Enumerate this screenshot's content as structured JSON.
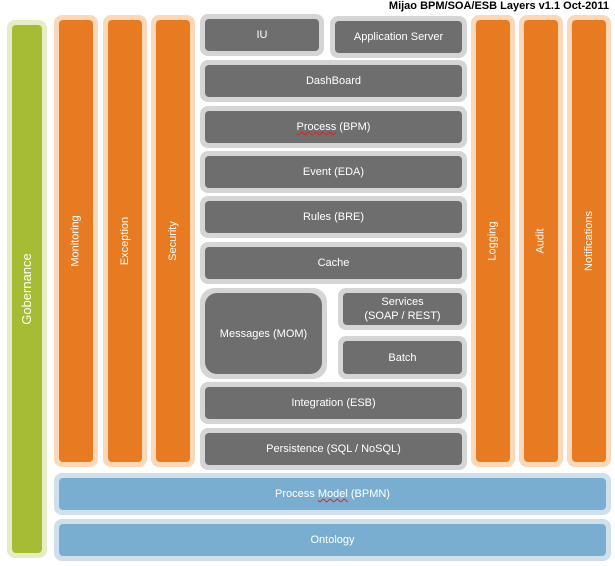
{
  "title": "Mijao  BPM/SOA/ESB Layers v1.1 Oct-2011",
  "left_column": {
    "label": "Gobernance"
  },
  "left_verticals": [
    "Monitoring",
    "Exception",
    "Security"
  ],
  "right_verticals": [
    "Logging",
    "Audit",
    "Notifications"
  ],
  "center": {
    "iu": "IU",
    "app_server": "Application Server",
    "dashboard": "DashBoard",
    "process_word": "Process",
    "process_suffix": " (BPM)",
    "event": "Event (EDA)",
    "rules": "Rules (BRE)",
    "cache": "Cache",
    "messages": "Messages (MOM)",
    "services_line1": "Services",
    "services_line2": "(SOAP / REST)",
    "batch": "Batch",
    "integration": "Integration (ESB)",
    "persistence": "Persistence (SQL / NoSQL)"
  },
  "bottom": {
    "process_model_prefix": "Process ",
    "process_model_word": "Model",
    "process_model_suffix": " (BPMN)",
    "ontology": "Ontology"
  },
  "colors": {
    "gray": "#6e6e6e",
    "orange": "#e87a22",
    "green": "#a5bc34",
    "blue": "#7aaed0"
  }
}
